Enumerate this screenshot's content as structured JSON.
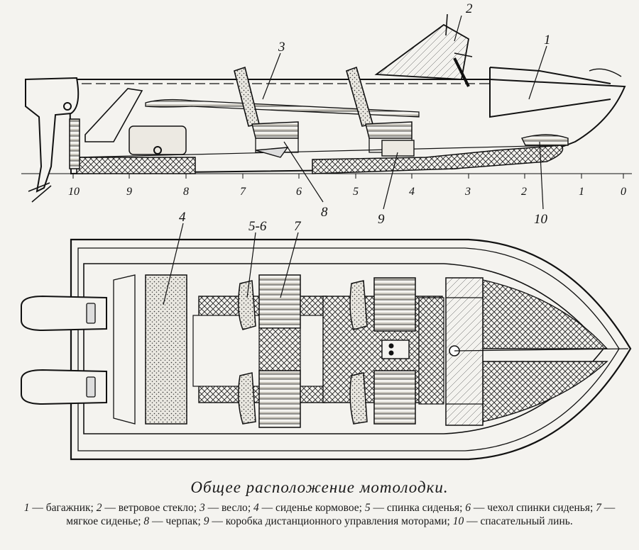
{
  "side_view": {
    "callouts": [
      "1",
      "2",
      "3",
      "8",
      "9",
      "10"
    ],
    "scale": [
      "10",
      "9",
      "8",
      "7",
      "6",
      "5",
      "4",
      "3",
      "2",
      "1",
      "0"
    ]
  },
  "top_view": {
    "callouts": [
      "4",
      "5-6",
      "7"
    ]
  },
  "title": "Общее расположение мотолодки.",
  "legend": [
    {
      "num": "1",
      "text": "багажник"
    },
    {
      "num": "2",
      "text": "ветровое стекло"
    },
    {
      "num": "3",
      "text": "весло"
    },
    {
      "num": "4",
      "text": "сиденье кормовое"
    },
    {
      "num": "5",
      "text": "спинка сиденья"
    },
    {
      "num": "6",
      "text": "чехол спинки сиденья"
    },
    {
      "num": "7",
      "text": "мягкое сиденье"
    },
    {
      "num": "8",
      "text": "черпак"
    },
    {
      "num": "9",
      "text": "коробка дистанционного управления моторами"
    },
    {
      "num": "10",
      "text": "спасательный линь"
    }
  ]
}
